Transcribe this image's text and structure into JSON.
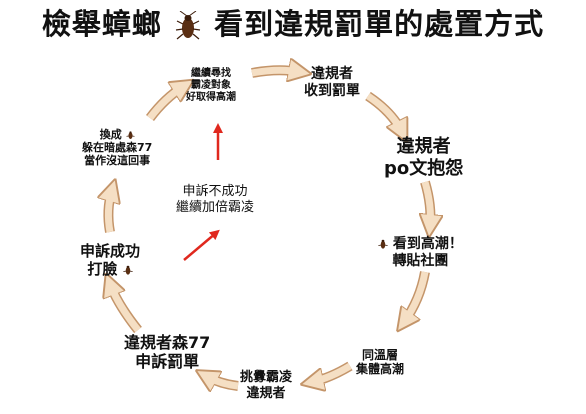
{
  "title": {
    "before": "檢舉蟑螂",
    "after": "看到違規罰單的處置方式"
  },
  "steps": [
    {
      "line1": "違規者",
      "line2": "收到罰單"
    },
    {
      "line1": "違規者",
      "line2": "po文抱怨"
    },
    {
      "line1": "看到高潮！",
      "line2": "轉貼社團"
    },
    {
      "line1": "同溫層",
      "line2": "集體高潮"
    },
    {
      "line1": "挑釁霸凌",
      "line2": "違規者"
    },
    {
      "line1": "違規者森77",
      "line2": "申訴罰單"
    },
    {
      "line1": "申訴成功",
      "line2": "打臉"
    },
    {
      "line1": "換成",
      "line2": "躲在暗處森77",
      "line3": "當作沒這回事"
    },
    {
      "line1": "繼續尋找",
      "line2": "霸凌對象",
      "line3": "好取得高潮"
    }
  ],
  "center": {
    "line1": "申訴不成功",
    "line2": "繼續加倍霸凌"
  },
  "colors": {
    "arrow_fill": "#f5dfc4",
    "arrow_stroke": "#c4956a",
    "red_arrow": "#e0281e"
  },
  "icons": {
    "bug": "cockroach-icon"
  }
}
